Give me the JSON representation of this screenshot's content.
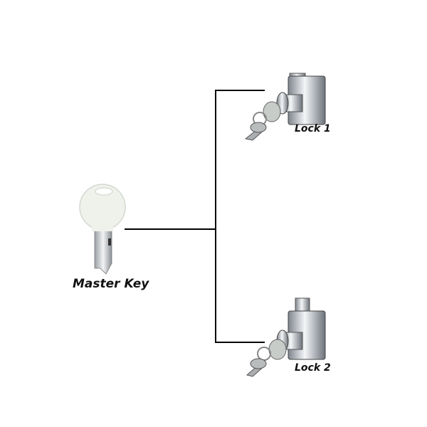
{
  "master_key": {
    "label": "Master Key"
  },
  "locks": [
    {
      "label": "Lock 1"
    },
    {
      "label": "Lock 2"
    }
  ],
  "colors": {
    "line": "#000000",
    "key_head": "#eef2ea",
    "chrome": "#c8ccd2"
  }
}
